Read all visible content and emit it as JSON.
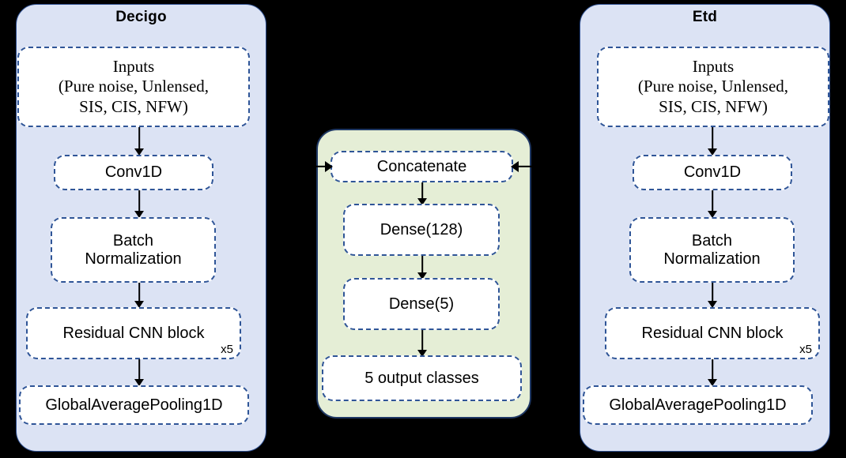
{
  "diagram": {
    "title_left": "Decigo",
    "title_right": "Etd",
    "branches": {
      "left": {
        "name": "Decigo",
        "nodes": [
          {
            "id": "inputs",
            "lines": [
              "Inputs",
              "(Pure noise, Unlensed,",
              "SIS, CIS, NFW)"
            ]
          },
          {
            "id": "conv1d",
            "lines": [
              "Conv1D"
            ]
          },
          {
            "id": "batchnorm",
            "lines": [
              "Batch",
              "Normalization"
            ]
          },
          {
            "id": "residual",
            "lines": [
              "Residual CNN block"
            ],
            "multiplier": "x5"
          },
          {
            "id": "gap",
            "lines": [
              "GlobalAveragePooling1D"
            ]
          }
        ]
      },
      "right": {
        "name": "Etd",
        "nodes": [
          {
            "id": "inputs",
            "lines": [
              "Inputs",
              "(Pure noise, Unlensed,",
              "SIS, CIS, NFW)"
            ]
          },
          {
            "id": "conv1d",
            "lines": [
              "Conv1D"
            ]
          },
          {
            "id": "batchnorm",
            "lines": [
              "Batch",
              "Normalization"
            ]
          },
          {
            "id": "residual",
            "lines": [
              "Residual CNN block"
            ],
            "multiplier": "x5"
          },
          {
            "id": "gap",
            "lines": [
              "GlobalAveragePooling1D"
            ]
          }
        ]
      },
      "center": {
        "nodes": [
          {
            "id": "concatenate",
            "lines": [
              "Concatenate"
            ]
          },
          {
            "id": "dense128",
            "lines": [
              "Dense(128)"
            ]
          },
          {
            "id": "dense5",
            "lines": [
              "Dense(5)"
            ]
          },
          {
            "id": "output",
            "lines": [
              "5 output classes"
            ]
          }
        ]
      }
    },
    "colors": {
      "background": "#000000",
      "branch_panel_fill": "#dce3f4",
      "branch_panel_border": "#2e4f8f",
      "merge_panel_fill": "#e5eed6",
      "merge_panel_border": "#1f3864",
      "node_fill": "#ffffff",
      "node_border": "#2f5597",
      "text": "#000000",
      "arrow": "#000000"
    }
  }
}
